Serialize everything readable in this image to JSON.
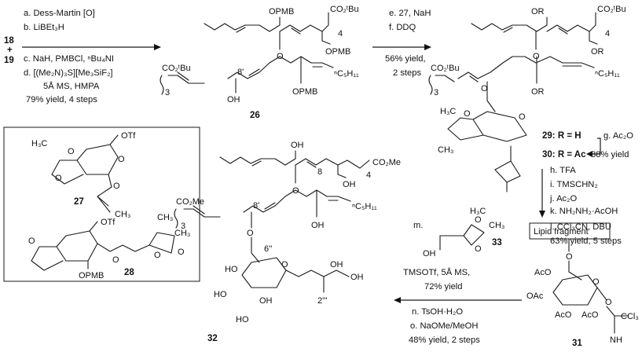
{
  "start_materials": {
    "a": "18",
    "plus": "+",
    "b": "19"
  },
  "step1": {
    "lines": [
      "a. Dess-Martin [O]",
      "b. LiBEt₃H",
      "c. NaH, PMBCl, ⁿBu₄NI",
      "d. [(Me₂N)₃S][Me₃SiF₂]",
      "5Å MS, HMPA",
      "79% yield, 4 steps"
    ]
  },
  "cmpd26": {
    "number": "26",
    "labels": [
      "OPMB",
      "CO₂ᵗBu",
      "4",
      "OPMB",
      "O",
      "CO₂ᵗBu",
      "3",
      "8'",
      "OH",
      "OPMB",
      "ⁿC₅H₁₁"
    ]
  },
  "step2": {
    "lines": [
      "e. 27, NaH",
      "f. DDQ",
      "56% yield,",
      "2 steps"
    ]
  },
  "cmpd29_30": {
    "labels": [
      "OR",
      "CO₂ᵗBu",
      "4",
      "OR",
      "O",
      "CO₂ᵗBu",
      "3",
      "OR",
      "ⁿC₅H₁₁",
      "H₃C",
      "CH₃",
      "O",
      "O",
      "O"
    ],
    "r_h": "29: R = H",
    "r_ac": "30: R = Ac",
    "g_reagent": "g. Ac₂O",
    "g_yield": "88% yield"
  },
  "step3": {
    "lines": [
      "h. TFA",
      "i. TMSCHN₂",
      "j. Ac₂O",
      "k. NH₂NH₂·AcOH",
      "l. CCl₃CN, DBU",
      "63% yield, 5 steps"
    ]
  },
  "inset": {
    "c27_label": "27",
    "c27_atoms": [
      "H₃C",
      "O",
      "O",
      "OTf",
      "O",
      "O",
      "CH₃"
    ],
    "c28_label": "28",
    "c28_atoms": [
      "OTf",
      "O",
      "O",
      "CH₃",
      "CH₃",
      "OPMB",
      "O",
      "O"
    ]
  },
  "cmpd31": {
    "number": "31",
    "box_label": "Lipid fragment",
    "labels": [
      "O",
      "AcO",
      "OAc",
      "AcO",
      "O",
      "AcO",
      "O",
      "CCl₃",
      "NH"
    ]
  },
  "reagent33": {
    "label": "m.",
    "number": "33",
    "atoms": [
      "H₃C",
      "CH₃",
      "O",
      "O",
      "OH"
    ],
    "conditions": [
      "TMSOTf, 5Å MS,",
      "72% yield"
    ]
  },
  "step5": {
    "lines": [
      "n. TsOH·H₂O",
      "o. NaOMe/MeOH",
      "48% yield, 2 steps"
    ]
  },
  "cmpd32": {
    "number": "32",
    "labels": [
      "OH",
      "8",
      "OH",
      "4",
      "CO₂Me",
      "CO₂Me",
      "3",
      "8'",
      "O",
      "OH",
      "ⁿC₅H₁₁",
      "6''",
      "HO",
      "O",
      "HO",
      "O",
      "OH",
      "2'''",
      "OH",
      "HO",
      "OH"
    ]
  }
}
